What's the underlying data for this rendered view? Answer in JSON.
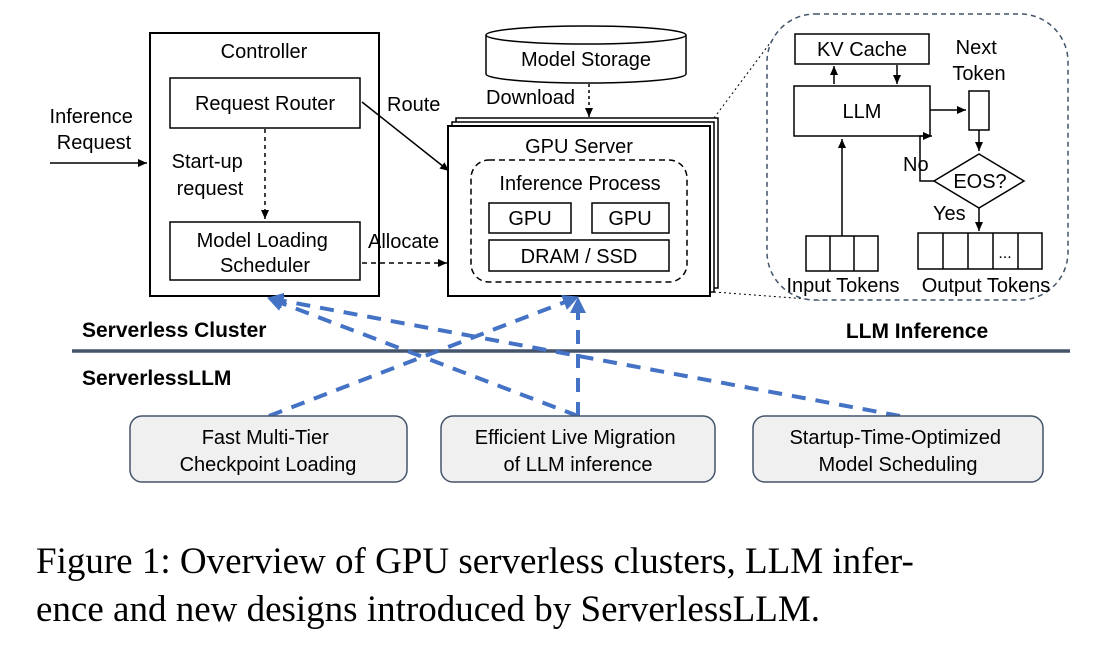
{
  "diagram": {
    "inference_request_lines": [
      "Inference",
      "Request"
    ],
    "controller_title": "Controller",
    "request_router": "Request Router",
    "startup_request_lines": [
      "Start-up",
      "request"
    ],
    "model_loading_scheduler_lines": [
      "Model Loading",
      "Scheduler"
    ],
    "route_label": "Route",
    "allocate_label": "Allocate",
    "model_storage": "Model Storage",
    "download_label": "Download",
    "gpu_server_title": "GPU Server",
    "inference_process_title": "Inference Process",
    "gpu_1": "GPU",
    "gpu_2": "GPU",
    "dram_ssd": "DRAM / SSD",
    "kv_cache": "KV Cache",
    "llm": "LLM",
    "next_token_lines": [
      "Next",
      "Token"
    ],
    "no_label": "No",
    "eos_label": "EOS?",
    "yes_label": "Yes",
    "ellipsis": "...",
    "input_tokens": "Input Tokens",
    "output_tokens": "Output Tokens",
    "serverless_cluster_label": "Serverless Cluster",
    "llm_inference_label": "LLM Inference",
    "serverlessllm_label": "ServerlessLLM",
    "feature_1_lines": [
      "Fast Multi-Tier",
      "Checkpoint Loading"
    ],
    "feature_2_lines": [
      "Efficient Live Migration",
      "of LLM inference"
    ],
    "feature_3_lines": [
      "Startup-Time-Optimized",
      "Model Scheduling"
    ],
    "accent_blue": "#4472c4",
    "divider_color": "#44546a"
  },
  "caption_lines": [
    "Figure 1: Overview of GPU serverless clusters, LLM infer-",
    "ence and new designs introduced by ServerlessLLM."
  ]
}
